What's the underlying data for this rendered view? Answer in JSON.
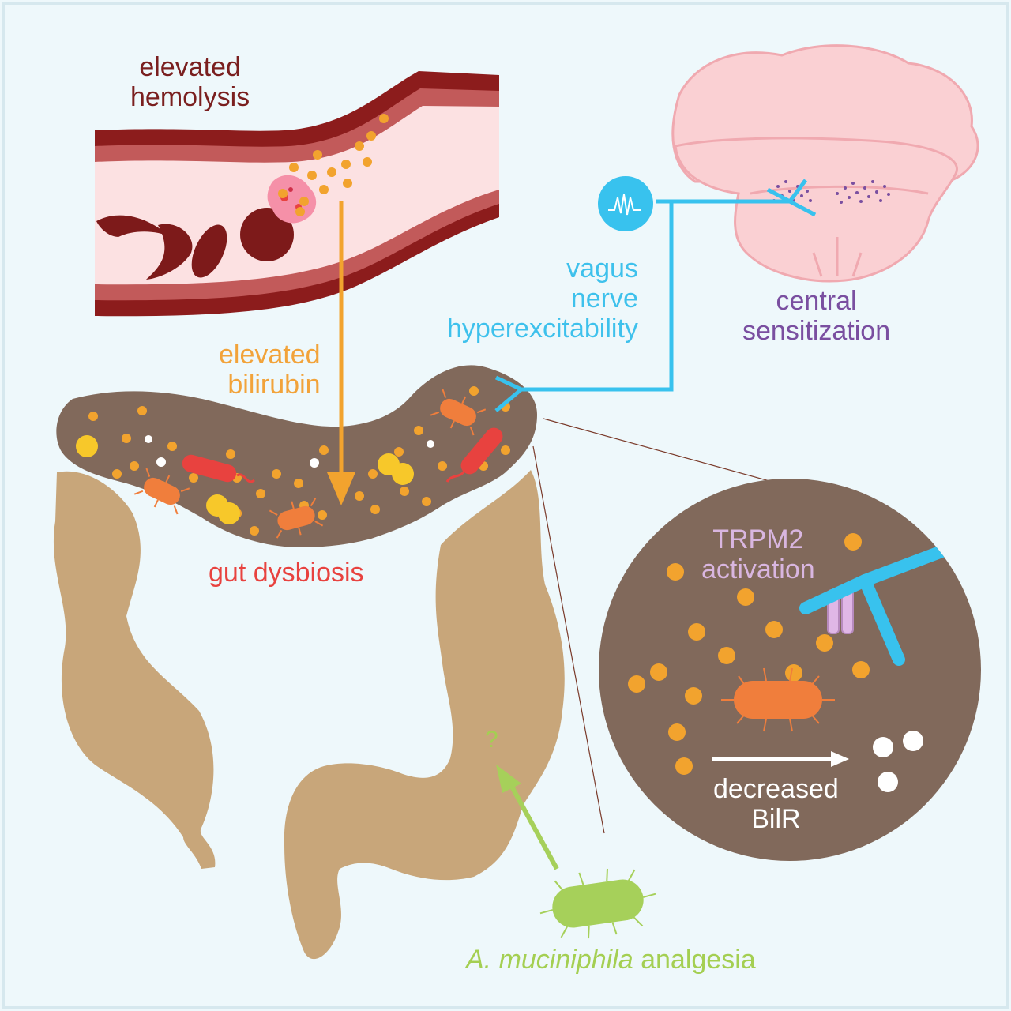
{
  "labels": {
    "hemolysis": [
      "elevated",
      "hemolysis"
    ],
    "bilirubin": [
      "elevated",
      "bilirubin"
    ],
    "vagus": [
      "vagus",
      "nerve",
      "hyperexcitability"
    ],
    "central": [
      "central",
      "sensitization"
    ],
    "dysbiosis": "gut dysbiosis",
    "trpm2": [
      "TRPM2",
      "activation"
    ],
    "bilr": [
      "decreased",
      "BilR"
    ],
    "akk_species": "A. muciniphila",
    "akk_effect": "analgesia",
    "question": "?"
  },
  "colors": {
    "background": "#eef8fb",
    "frame": "#d6e8ee",
    "vessel_wall": "#8c1c1c",
    "vessel_mid": "#c25a5a",
    "vessel_lumen": "#fce1e2",
    "rbc": "#7d1a1a",
    "bilirubin": "#f2a32e",
    "nerve": "#38c2ee",
    "brain": "#fad0d3",
    "brain_edge": "#f0a9b0",
    "purple_dots": "#7a4fa0",
    "colon": "#c8a67a",
    "gut_content": "#81695b",
    "bacteria_red": "#e8423f",
    "bacteria_orange": "#f07e3c",
    "yellow_particle": "#f7c82a",
    "trpm2_channel": "#e0b7e6",
    "akkermansia": "#a6d05a",
    "white": "#ffffff"
  },
  "icons": [
    "spike-train-icon",
    "red-blood-cell-icon",
    "bacterium-icon",
    "nerve-ending-icon",
    "ion-channel-icon",
    "brain-icon",
    "colon-icon",
    "blood-vessel-icon"
  ]
}
